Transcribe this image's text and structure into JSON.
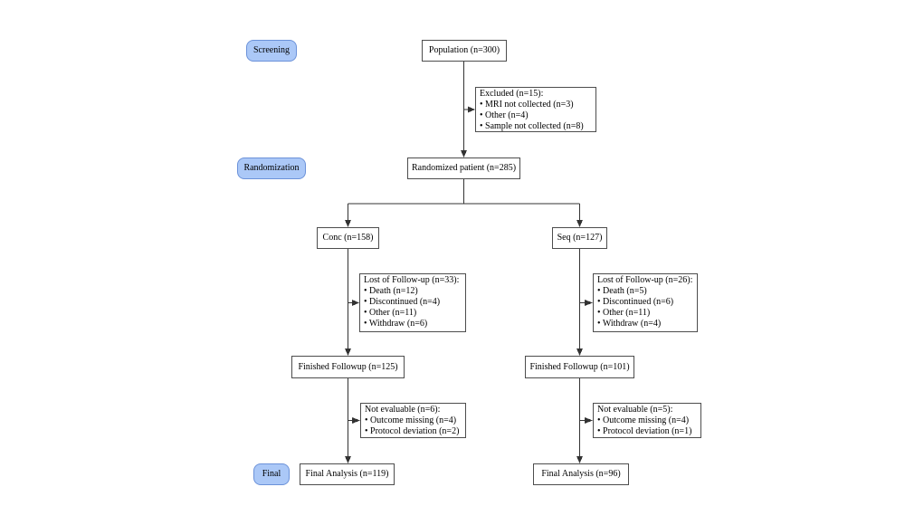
{
  "colors": {
    "background": "#ffffff",
    "text": "#000000",
    "line": "#333333",
    "box_border": "#4d4d4d",
    "stage_fill": "#abc8f7",
    "stage_border": "#6c92d9"
  },
  "stages": {
    "screening": "Screening",
    "randomization": "Randomization",
    "final": "Final"
  },
  "nodes": {
    "population": "Population (n=300)",
    "excluded": {
      "title": "Excluded (n=15):",
      "items": [
        "• MRI not collected (n=3)",
        "• Other (n=4)",
        "• Sample not collected (n=8)"
      ]
    },
    "randomized": "Randomized patient (n=285)",
    "conc": "Conc (n=158)",
    "seq": "Seq (n=127)",
    "lost_conc": {
      "title": "Lost of Follow-up (n=33):",
      "items": [
        "• Death (n=12)",
        "• Discontinued (n=4)",
        "• Other (n=11)",
        "• Withdraw (n=6)"
      ]
    },
    "lost_seq": {
      "title": "Lost of Follow-up (n=26):",
      "items": [
        "• Death (n=5)",
        "• Discontinued (n=6)",
        "• Other (n=11)",
        "• Withdraw (n=4)"
      ]
    },
    "finished_conc": "Finished Followup (n=125)",
    "finished_seq": "Finished Followup (n=101)",
    "noteval_conc": {
      "title": "Not evaluable (n=6):",
      "items": [
        "• Outcome missing (n=4)",
        "• Protocol deviation (n=2)"
      ]
    },
    "noteval_seq": {
      "title": "Not evaluable (n=5):",
      "items": [
        "• Outcome missing (n=4)",
        "• Protocol deviation (n=1)"
      ]
    },
    "final_conc": "Final Analysis (n=119)",
    "final_seq": "Final Analysis (n=96)"
  }
}
